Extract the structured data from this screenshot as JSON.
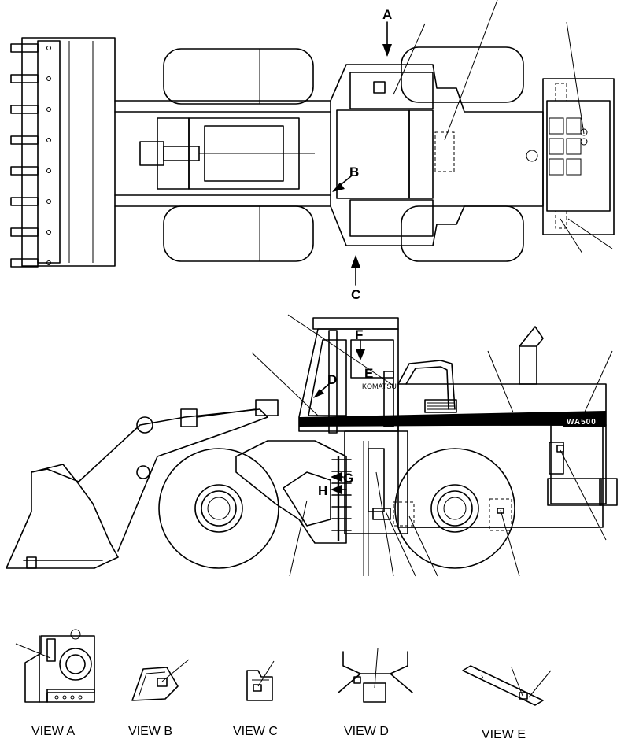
{
  "labels": {
    "a": "A",
    "b": "B",
    "c": "C",
    "d": "D",
    "e": "E",
    "f": "F",
    "g": "G",
    "h": "H"
  },
  "brand_text": "KOMATSU",
  "model_text": "WA500",
  "views": {
    "a": "VIEW A",
    "b": "VIEW B",
    "c": "VIEW C",
    "d": "VIEW D",
    "e": "VIEW E"
  }
}
